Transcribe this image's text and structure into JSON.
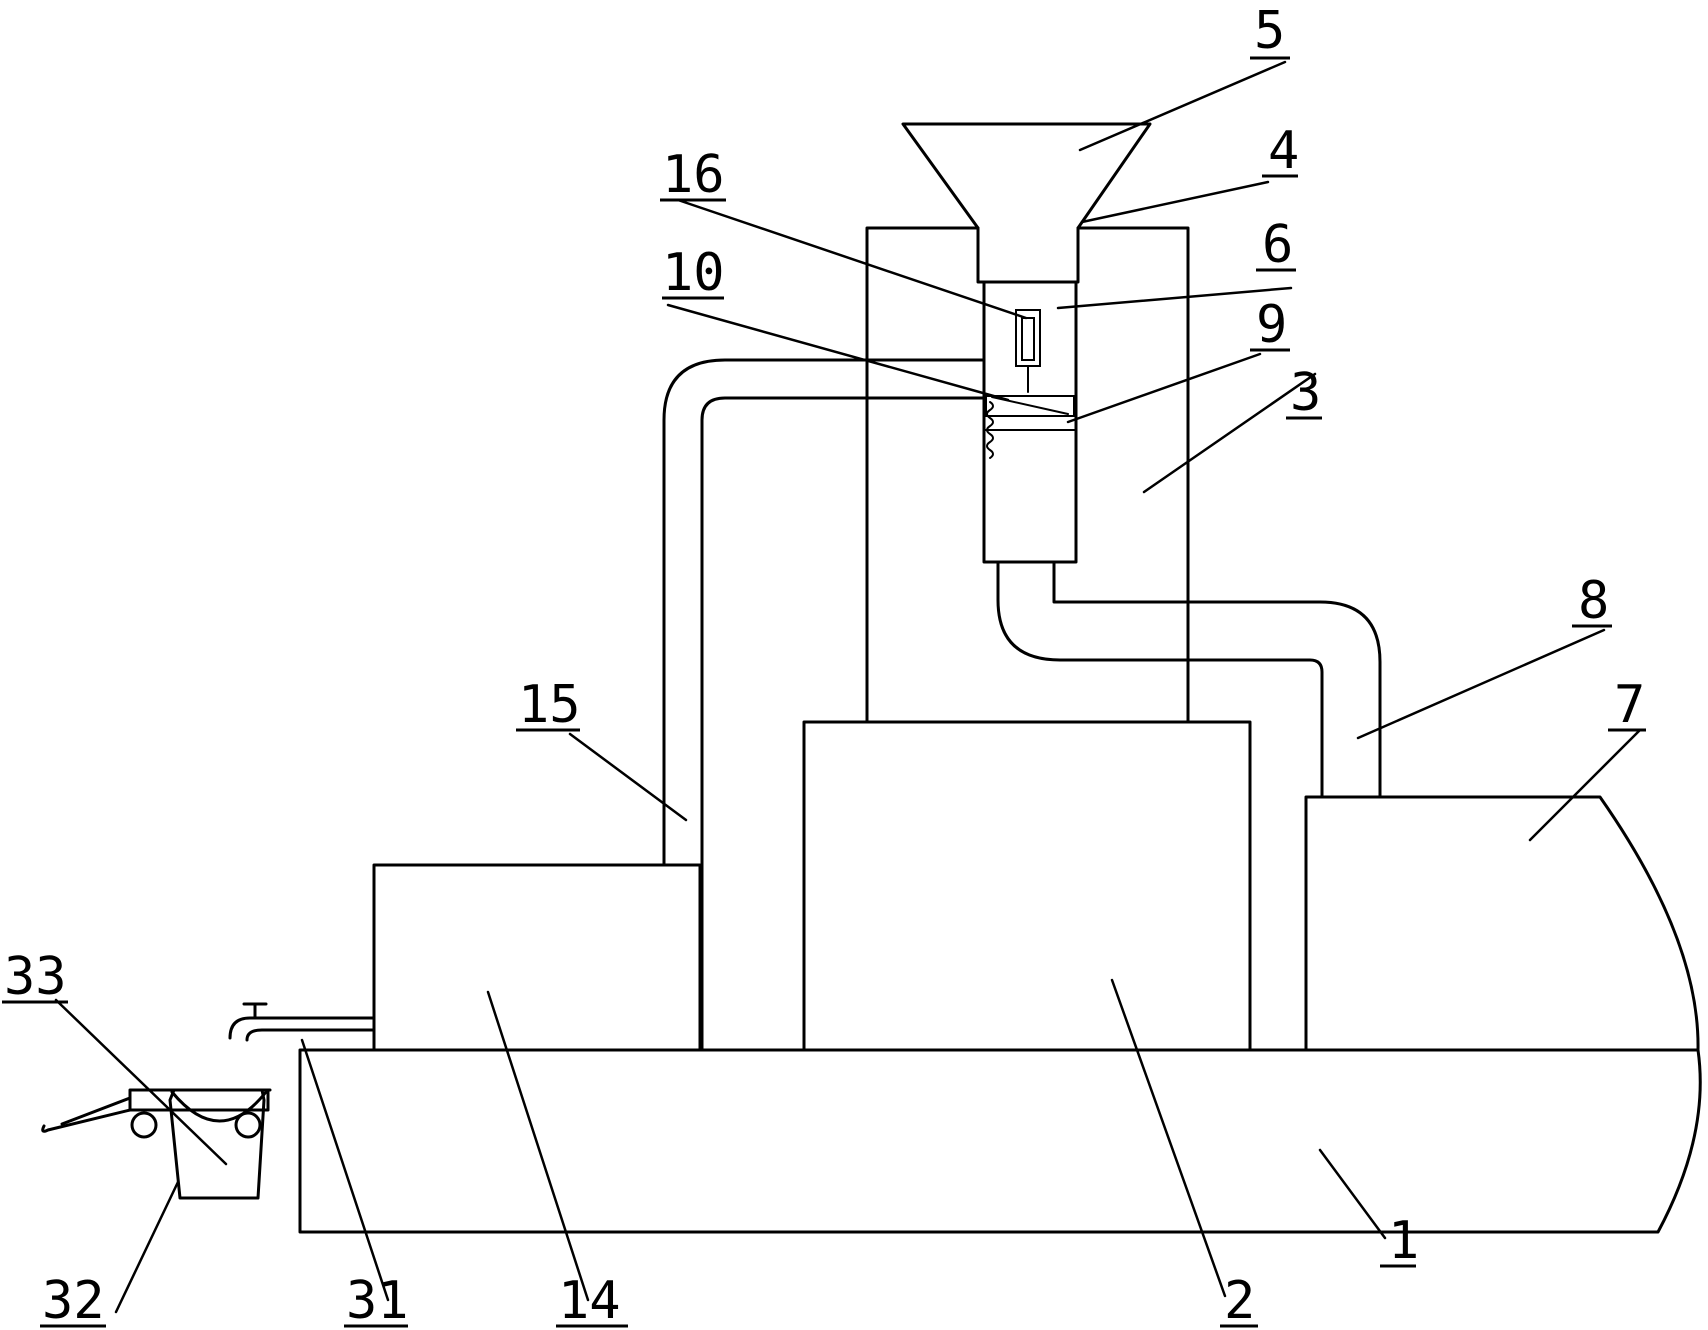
{
  "labels": {
    "n1": "1",
    "n2": "2",
    "n3": "3",
    "n4": "4",
    "n5": "5",
    "n6": "6",
    "n7": "7",
    "n8": "8",
    "n9": "9",
    "n10": "10",
    "n14": "14",
    "n15": "15",
    "n16": "16",
    "n31": "31",
    "n32": "32",
    "n33": "33"
  }
}
